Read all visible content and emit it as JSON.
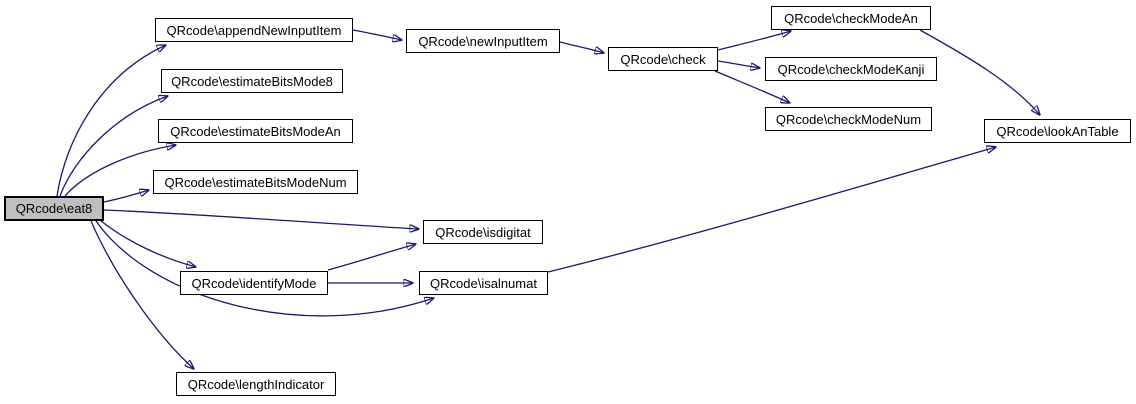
{
  "diagram": {
    "type": "call-graph",
    "background_color": "#ffffff",
    "edge_color": "#191970",
    "node_border_color": "#000000",
    "node_fill_color": "#ffffff",
    "highlighted_node_fill_color": "#bfbfbf",
    "nodes": [
      {
        "id": "eat8",
        "label": "QRcode\\eat8",
        "highlighted": true
      },
      {
        "id": "appendNewInputItem",
        "label": "QRcode\\appendNewInputItem",
        "highlighted": false
      },
      {
        "id": "estimateBitsMode8",
        "label": "QRcode\\estimateBitsMode8",
        "highlighted": false
      },
      {
        "id": "estimateBitsModeAn",
        "label": "QRcode\\estimateBitsModeAn",
        "highlighted": false
      },
      {
        "id": "estimateBitsModeNum",
        "label": "QRcode\\estimateBitsModeNum",
        "highlighted": false
      },
      {
        "id": "newInputItem",
        "label": "QRcode\\newInputItem",
        "highlighted": false
      },
      {
        "id": "check",
        "label": "QRcode\\check",
        "highlighted": false
      },
      {
        "id": "checkModeAn",
        "label": "QRcode\\checkModeAn",
        "highlighted": false
      },
      {
        "id": "checkModeKanji",
        "label": "QRcode\\checkModeKanji",
        "highlighted": false
      },
      {
        "id": "checkModeNum",
        "label": "QRcode\\checkModeNum",
        "highlighted": false
      },
      {
        "id": "lookAnTable",
        "label": "QRcode\\lookAnTable",
        "highlighted": false
      },
      {
        "id": "isdigitat",
        "label": "QRcode\\isdigitat",
        "highlighted": false
      },
      {
        "id": "identifyMode",
        "label": "QRcode\\identifyMode",
        "highlighted": false
      },
      {
        "id": "isalnumat",
        "label": "QRcode\\isalnumat",
        "highlighted": false
      },
      {
        "id": "lengthIndicator",
        "label": "QRcode\\lengthIndicator",
        "highlighted": false
      }
    ],
    "edges": [
      {
        "from": "eat8",
        "to": "appendNewInputItem"
      },
      {
        "from": "eat8",
        "to": "estimateBitsMode8"
      },
      {
        "from": "eat8",
        "to": "estimateBitsModeAn"
      },
      {
        "from": "eat8",
        "to": "estimateBitsModeNum"
      },
      {
        "from": "eat8",
        "to": "isdigitat"
      },
      {
        "from": "eat8",
        "to": "identifyMode"
      },
      {
        "from": "eat8",
        "to": "isalnumat"
      },
      {
        "from": "eat8",
        "to": "lengthIndicator"
      },
      {
        "from": "appendNewInputItem",
        "to": "newInputItem"
      },
      {
        "from": "newInputItem",
        "to": "check"
      },
      {
        "from": "check",
        "to": "checkModeAn"
      },
      {
        "from": "check",
        "to": "checkModeKanji"
      },
      {
        "from": "check",
        "to": "checkModeNum"
      },
      {
        "from": "checkModeAn",
        "to": "lookAnTable"
      },
      {
        "from": "isalnumat",
        "to": "lookAnTable"
      },
      {
        "from": "identifyMode",
        "to": "isdigitat"
      },
      {
        "from": "identifyMode",
        "to": "isalnumat"
      }
    ]
  }
}
